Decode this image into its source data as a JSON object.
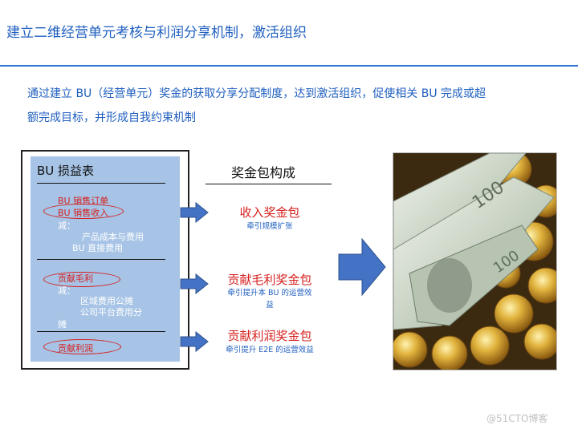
{
  "slide": {
    "title": "建立二维经营单元考核与利润分享机制，激活组织",
    "intro_line1": "通过建立 BU（经营单元）奖金的获取分享分配制度，达到激活组织，促使相关 BU 完成或超",
    "intro_line2": "额完成目标，并形成自我约束机制"
  },
  "pl_table": {
    "title": "BU 损益表",
    "order_sales": "BU 销售订单",
    "sales_revenue": "BU 销售收入",
    "minus1": "减：",
    "product_cost": "产品成本与费用",
    "direct_cost": "BU 直接费用",
    "gross_profit": "贡献毛利",
    "minus2": "减：",
    "regional_cost": "区域费用公摊",
    "platform_cost": "公司平台费用分",
    "platform_cost_2": "摊",
    "contribution_profit": "贡献利润"
  },
  "composition": {
    "title": "奖金包构成",
    "packages": [
      {
        "name": "收入奖金包",
        "desc": "牵引规模扩张"
      },
      {
        "name": "贡献毛利奖金包",
        "desc": "牵引提升本 BU 的运营效益"
      },
      {
        "name": "贡献利润奖金包",
        "desc": "牵引提升 E2E 的运营效益"
      }
    ]
  },
  "watermark": "@51CTO博客",
  "colors": {
    "title_blue": "#1f5fbf",
    "accent_red": "#d6201e",
    "table_fill": "#a7c4e6",
    "arrow_blue": "#4472c4"
  }
}
